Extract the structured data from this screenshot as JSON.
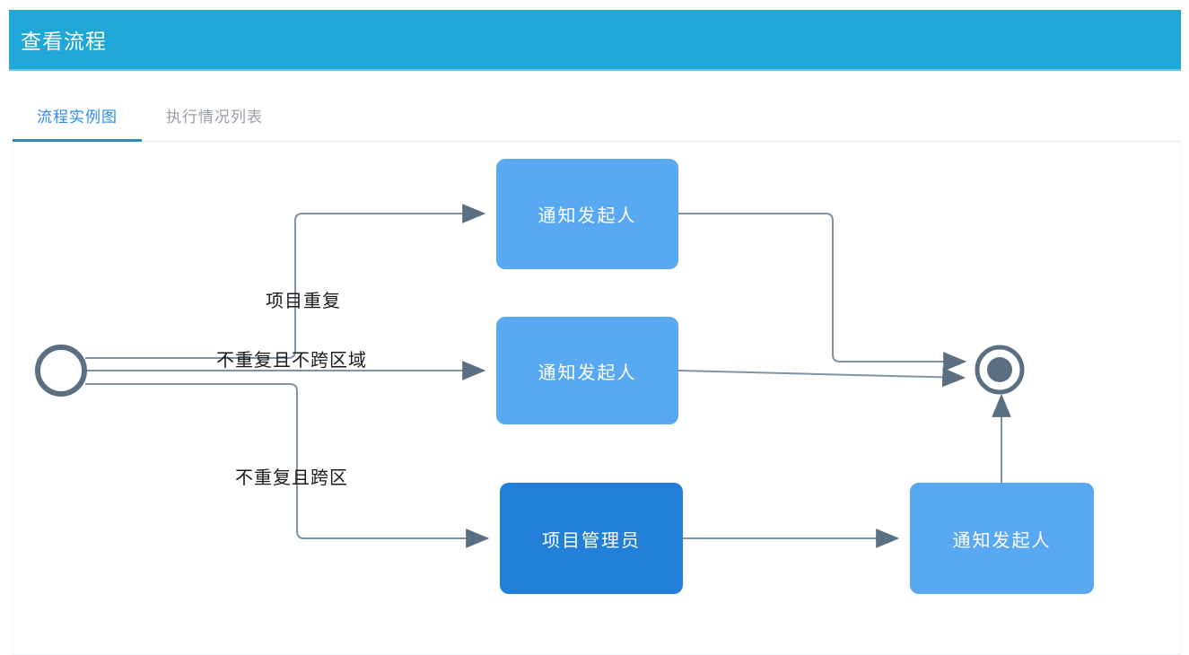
{
  "window": {
    "title": "查看流程"
  },
  "tabs": {
    "items": [
      {
        "label": "流程实例图",
        "active": true
      },
      {
        "label": "执行情况列表",
        "active": false
      }
    ]
  },
  "diagram": {
    "nodes": [
      {
        "label": "通知发起人",
        "variant": "light"
      },
      {
        "label": "通知发起人",
        "variant": "light"
      },
      {
        "label": "项目管理员",
        "variant": "dark"
      },
      {
        "label": "通知发起人",
        "variant": "light"
      }
    ],
    "edge_labels": [
      {
        "text": "项目重复"
      },
      {
        "text": "不重复且不跨区域"
      },
      {
        "text": "不重复且跨区"
      }
    ],
    "colors": {
      "header_bg": "#1fa7d7",
      "active_tab_text": "#2d8cf0",
      "tab_underline": "#2b84e0",
      "node_light": "#58a8f2",
      "node_dark": "#2280d8",
      "edge_line": "#7e93a6",
      "edge_marker": "#5a7082",
      "edge_label_text": "#1b1b1b"
    }
  }
}
